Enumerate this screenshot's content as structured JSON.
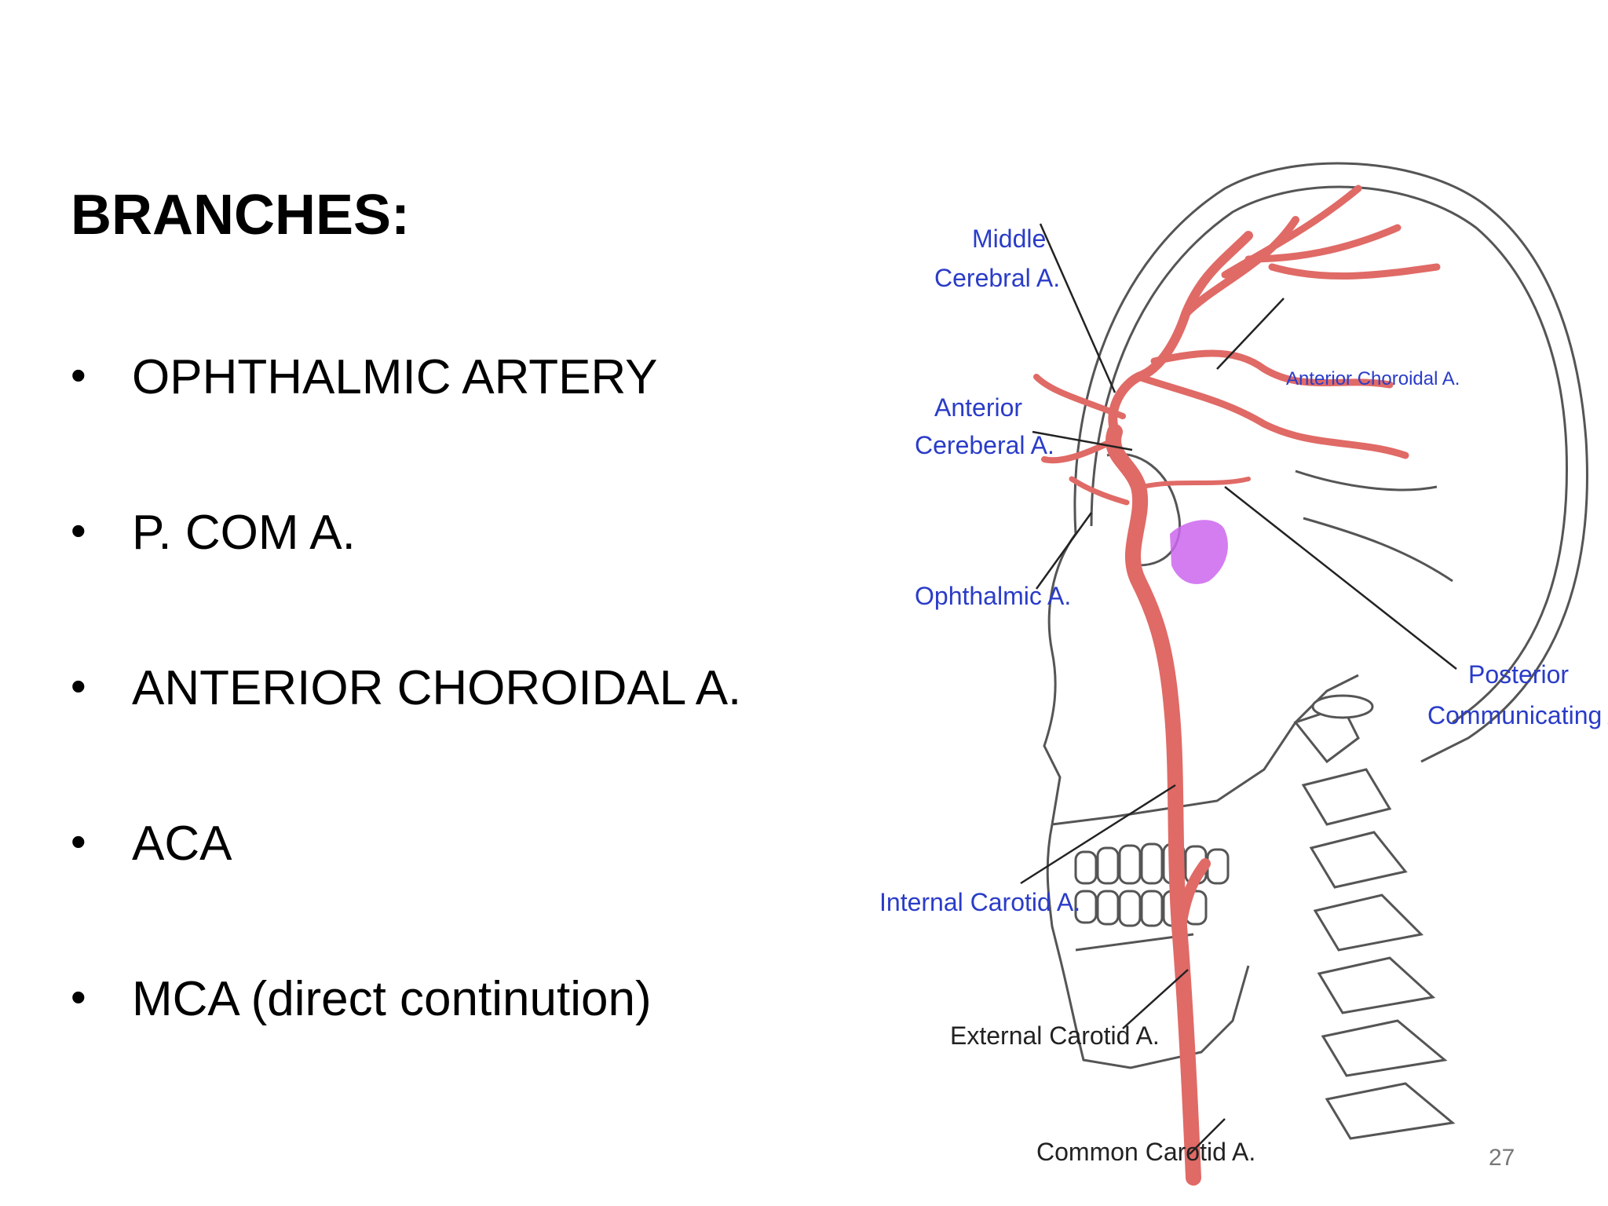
{
  "title": "BRANCHES:",
  "bullets": [
    {
      "text": "OPHTHALMIC ARTERY"
    },
    {
      "text": "P. COM  A."
    },
    {
      "text": "ANTERIOR CHOROIDAL A."
    },
    {
      "text": "ACA"
    },
    {
      "text": "MCA (direct continution)"
    }
  ],
  "diagram": {
    "labels": {
      "middle_cerebral_1": "Middle",
      "middle_cerebral_2": "Cerebral A.",
      "anterior_cerebral_1": "Anterior",
      "anterior_cerebral_2": "Cereberal A.",
      "ophthalmic": "Ophthalmic A.",
      "anterior_choroidal": "Anterior Choroidal A.",
      "posterior_communicating_1": "Posterior",
      "posterior_communicating_2": "Communicating A.",
      "internal_carotid": "Internal Carotid A.",
      "external_carotid": "External Carotid A.",
      "common_carotid": "Common Carotid A."
    },
    "colors": {
      "artery": "#e06a66",
      "artery_outline": "#8a3a36",
      "pituitary": "#cc66ee",
      "label_blue": "#2a3cc8",
      "label_dark": "#222222",
      "outline": "#555555"
    }
  },
  "page_number": "27"
}
